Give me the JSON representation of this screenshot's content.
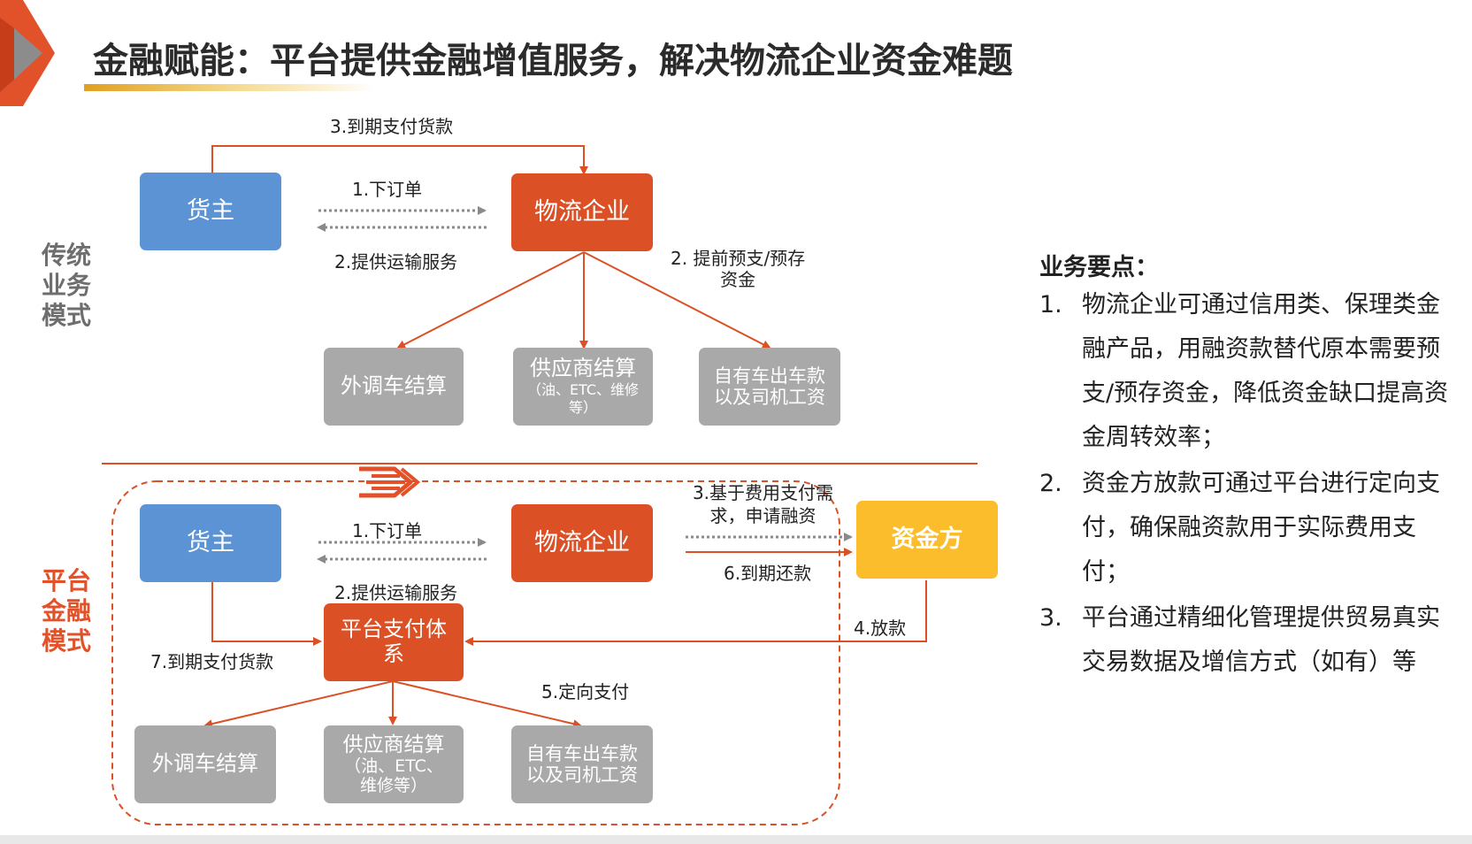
{
  "title": "金融赋能：平台提供金融增值服务，解决物流企业资金难题",
  "colors": {
    "blue": "#5b93d5",
    "red": "#dc5026",
    "gray": "#a9a9a9",
    "yellow": "#fbbd2c",
    "accent": "#e2522a"
  },
  "traditional": {
    "label": "传统\n业务\n模式",
    "shipper": "货主",
    "logistics": "物流企业",
    "sub1": "外调车结算",
    "sub2_main": "供应商结算",
    "sub2_note": "（油、ETC、维修等）",
    "sub3": "自有车出车款以及司机工资",
    "step1": "1.下订单",
    "step2": "2.提供运输服务",
    "step3": "3.到期支付货款",
    "step_prepay": "2. 提前预支/预存\n资金"
  },
  "platform": {
    "label": "平台\n金融\n模式",
    "shipper": "货主",
    "logistics": "物流企业",
    "funder": "资金方",
    "payment_system": "平台支付体系",
    "sub1": "外调车结算",
    "sub2_main": "供应商结算",
    "sub2_note": "（油、ETC、维修等）",
    "sub3": "自有车出车款以及司机工资",
    "step1": "1.下订单",
    "step2": "2.提供运输服务",
    "step3": "3.基于费用支付需求，申请融资",
    "step4": "4.放款",
    "step5": "5.定向支付",
    "step6": "6.到期还款",
    "step7": "7.到期支付货款"
  },
  "key_points": {
    "title": "业务要点：",
    "items": [
      {
        "num": "1.",
        "text": "物流企业可通过信用类、保理类金融产品，用融资款替代原本需要预支/预存资金，降低资金缺口提高资金周转效率；"
      },
      {
        "num": "2.",
        "text": "资金方放款可通过平台进行定向支付，确保融资款用于实际费用支付；"
      },
      {
        "num": "3.",
        "text": "平台通过精细化管理提供贸易真实交易数据及增信方式（如有）等"
      }
    ]
  }
}
